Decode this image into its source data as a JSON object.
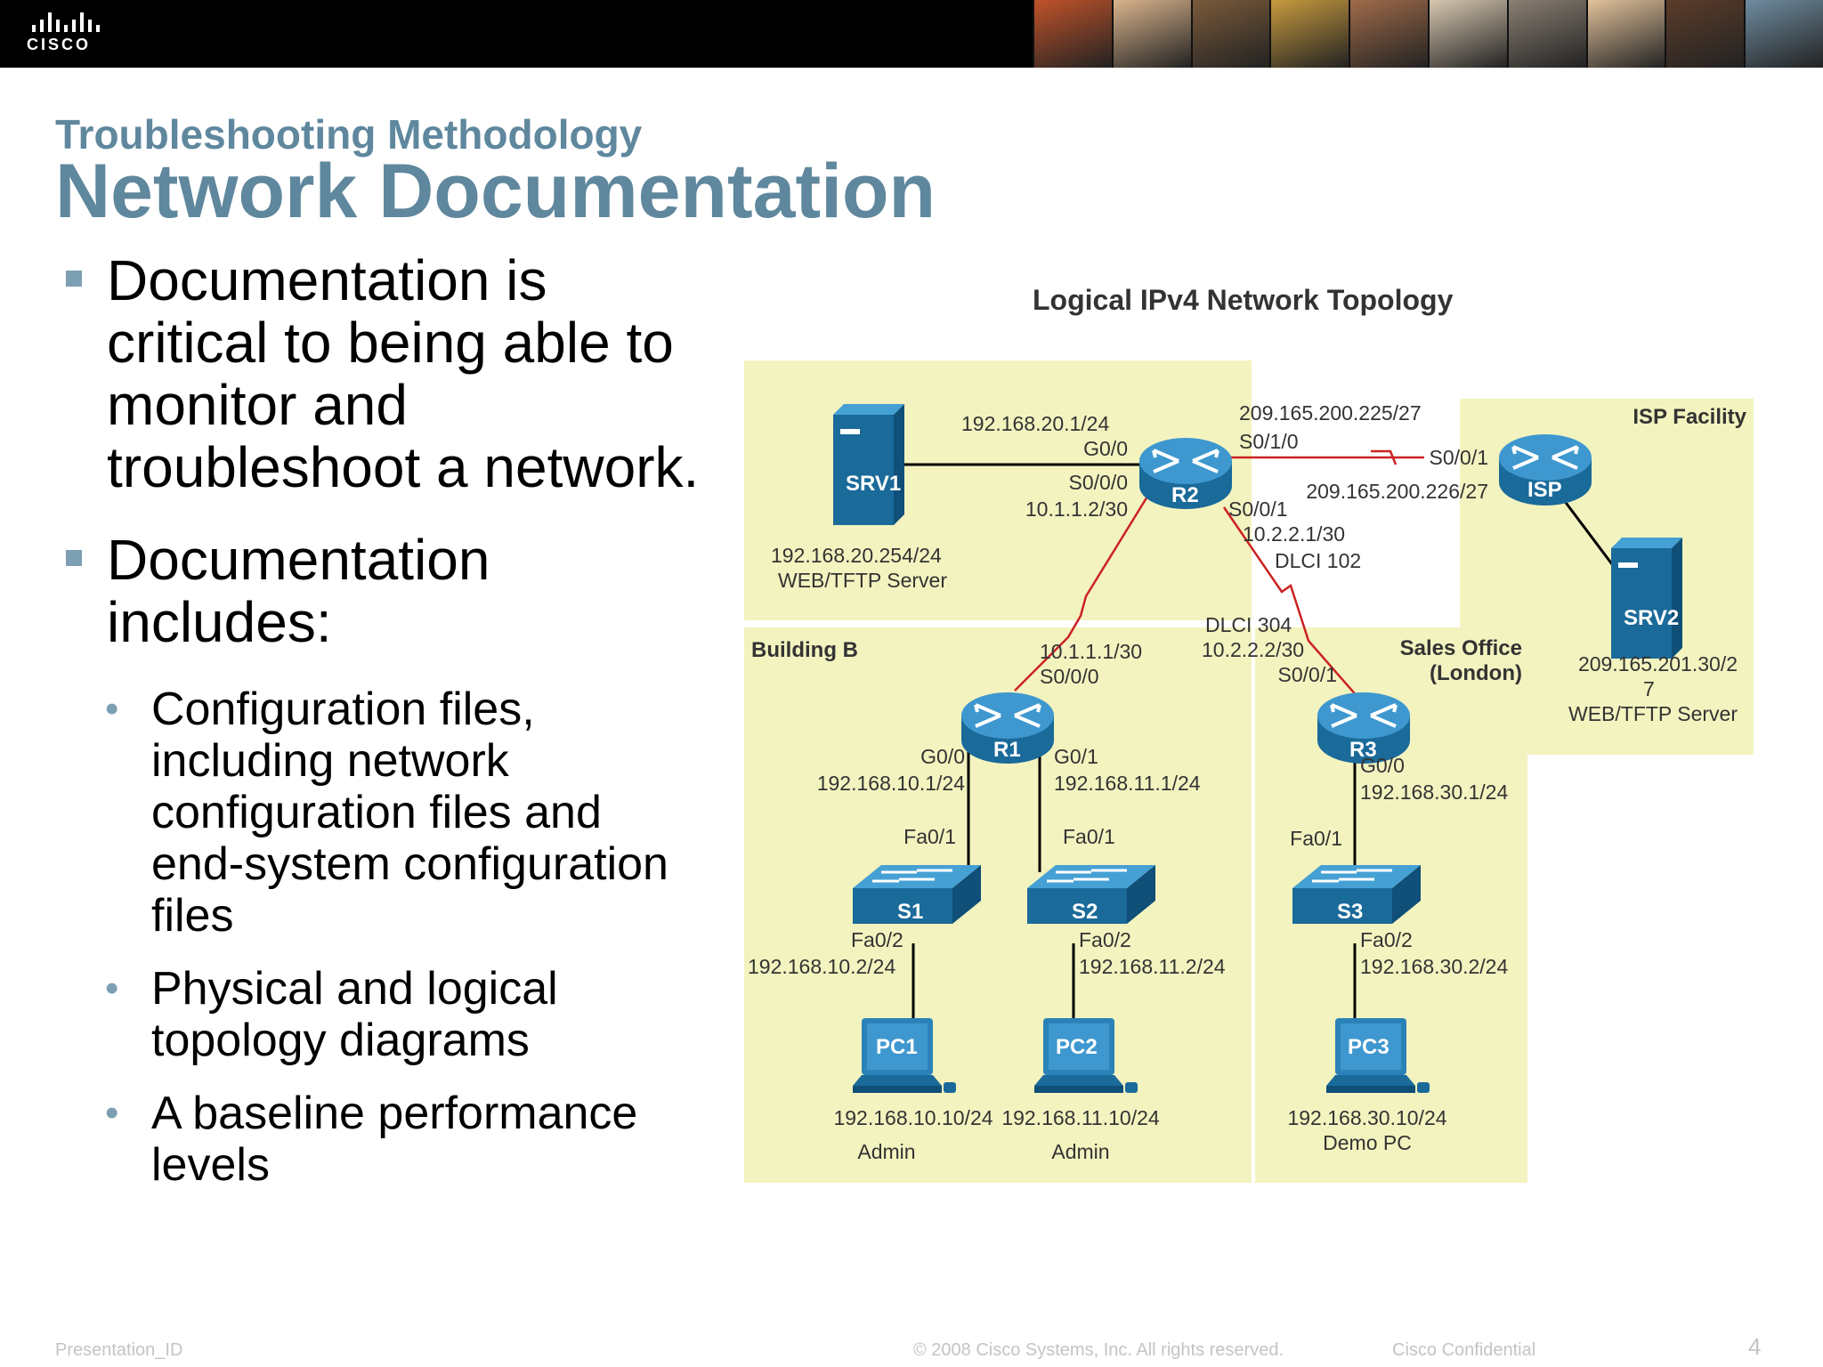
{
  "header": {
    "logo_text": "CISCO",
    "photo_colors": [
      "#c0532a",
      "#d9b38c",
      "#7a5a3a",
      "#c79a3e",
      "#a06b4a",
      "#d7c7b0",
      "#8a7f73",
      "#e2c29b",
      "#5b3c2a",
      "#6f8ca0"
    ]
  },
  "slide": {
    "subtitle": "Troubleshooting Methodology",
    "title": "Network Documentation",
    "bullets": [
      {
        "text": "Documentation is critical to being able to monitor and troubleshoot a network."
      },
      {
        "text": "Documentation includes:"
      }
    ],
    "subbullets": [
      {
        "text": "Configuration files, including network configuration files and end-system configuration files"
      },
      {
        "text": "Physical and logical topology diagrams"
      },
      {
        "text": "A baseline performance levels"
      }
    ]
  },
  "diagram": {
    "title": "Logical IPv4 Network Topology",
    "areas": {
      "isp_facility": "ISP Facility",
      "building_b": "Building B",
      "sales_office": "Sales Office",
      "sales_office_2": "(London)"
    },
    "devices": {
      "srv1": "SRV1",
      "srv2": "SRV2",
      "r1": "R1",
      "r2": "R2",
      "r3": "R3",
      "isp": "ISP",
      "s1": "S1",
      "s2": "S2",
      "s3": "S3",
      "pc1": "PC1",
      "pc2": "PC2",
      "pc3": "PC3"
    },
    "labels": {
      "r2_g00_ip": "192.168.20.1/24",
      "r2_g00": "G0/0",
      "r2_s000": "S0/0/0",
      "r2_s000_ip": "10.1.1.2/30",
      "r2_s010_ip": "209.165.200.225/27",
      "r2_s010": "S0/1/0",
      "isp_s001": "S0/0/1",
      "isp_s001_ip": "209.165.200.226/27",
      "r2_s001": "S0/0/1",
      "r2_s001_ip": "10.2.2.1/30",
      "r2_dlci": "DLCI 102",
      "srv1_ip": "192.168.20.254/24",
      "srv1_role": "WEB/TFTP Server",
      "r3_dlci": "DLCI 304",
      "r3_s001_ip": "10.2.2.2/30",
      "r3_s001": "S0/0/1",
      "r1_s000_ip": "10.1.1.1/30",
      "r1_s000": "S0/0/0",
      "srv2_ip_1": "209.165.201.30/2",
      "srv2_ip_2": "7",
      "srv2_role": "WEB/TFTP Server",
      "r1_g00": "G0/0",
      "r1_g00_ip": "192.168.10.1/24",
      "r1_g01": "G0/1",
      "r1_g01_ip": "192.168.11.1/24",
      "r3_g00": "G0/0",
      "r3_g00_ip": "192.168.30.1/24",
      "s1_fa01": "Fa0/1",
      "s2_fa01": "Fa0/1",
      "s3_fa01": "Fa0/1",
      "s1_fa02": "Fa0/2",
      "s1_fa02_ip": "192.168.10.2/24",
      "s2_fa02": "Fa0/2",
      "s2_fa02_ip": "192.168.11.2/24",
      "s3_fa02": "Fa0/2",
      "s3_fa02_ip": "192.168.30.2/24",
      "pc1_ip": "192.168.10.10/24",
      "pc1_role": "Admin",
      "pc2_ip": "192.168.11.10/24",
      "pc2_role": "Admin",
      "pc3_ip": "192.168.30.10/24",
      "pc3_role": "Demo PC"
    }
  },
  "footer": {
    "left": "Presentation_ID",
    "center": "© 2008 Cisco Systems, Inc. All rights reserved.",
    "right": "Cisco Confidential",
    "page": "4"
  }
}
